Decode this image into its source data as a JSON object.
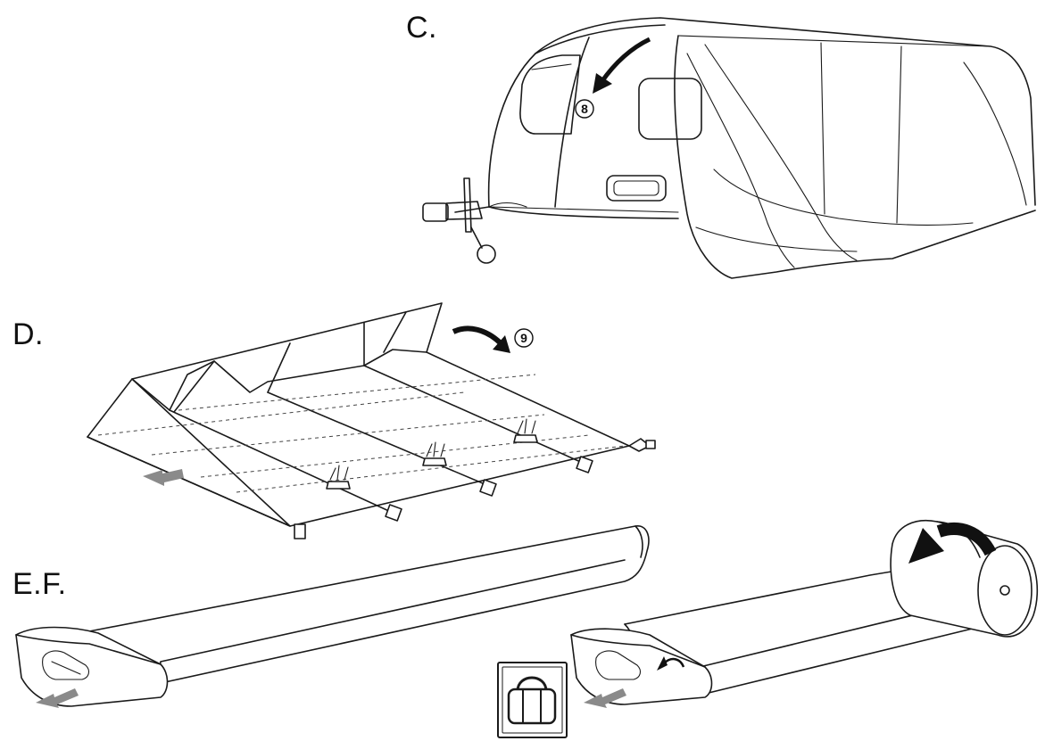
{
  "steps": {
    "c": {
      "label": "C.",
      "marker": "8"
    },
    "d": {
      "label": "D.",
      "marker": "9"
    },
    "ef": {
      "label": "E.F."
    }
  },
  "icons": {
    "arrow_color": "#111111",
    "grey_arrow_color": "#8a8a8a",
    "bag_icon": "carry-bag-icon"
  }
}
